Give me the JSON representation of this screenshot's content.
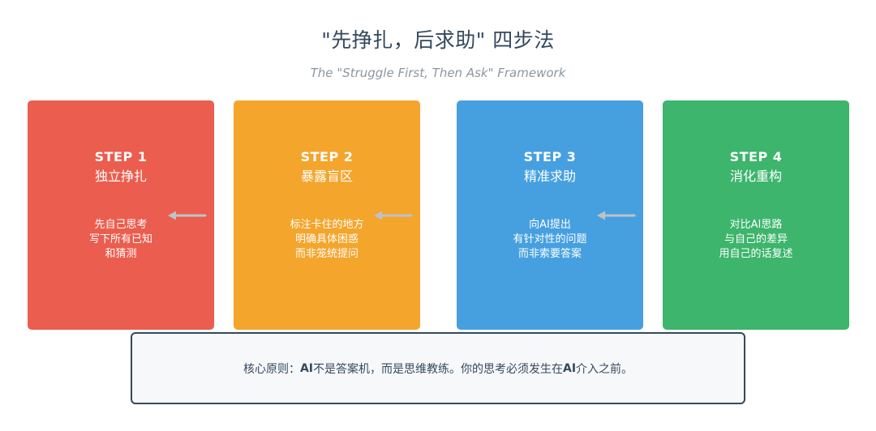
{
  "title": "\"先挣扎，后求助\" 四步法",
  "subtitle": "The \"Struggle First, Then Ask\" Framework",
  "colors": {
    "step1": "#eb5d4e",
    "step2": "#f4a52c",
    "step3": "#46a0e0",
    "step4": "#3db56c",
    "arrow": "#bdc3c7",
    "text_dark": "#34495e"
  },
  "steps": [
    {
      "label": "STEP 1",
      "name": "独立挣扎",
      "lines": [
        "先自己思考",
        "写下所有已知",
        "和猜测"
      ]
    },
    {
      "label": "STEP 2",
      "name": "暴露盲区",
      "lines": [
        "标注卡住的地方",
        "明确具体困惑",
        "而非笼统提问"
      ]
    },
    {
      "label": "STEP 3",
      "name": "精准求助",
      "lines": [
        "向AI提出",
        "有针对性的问题",
        "而非索要答案"
      ]
    },
    {
      "label": "STEP 4",
      "name": "消化重构",
      "lines": [
        "对比AI思路",
        "与自己的差异",
        "用自己的话复述"
      ]
    }
  ],
  "principle": {
    "prefix": "核心原则：",
    "ai1": "AI",
    "middle": " 不是答案机，而是思维教练。你的思考必须发生在",
    "ai2": "AI",
    "suffix": "介入之前。"
  }
}
